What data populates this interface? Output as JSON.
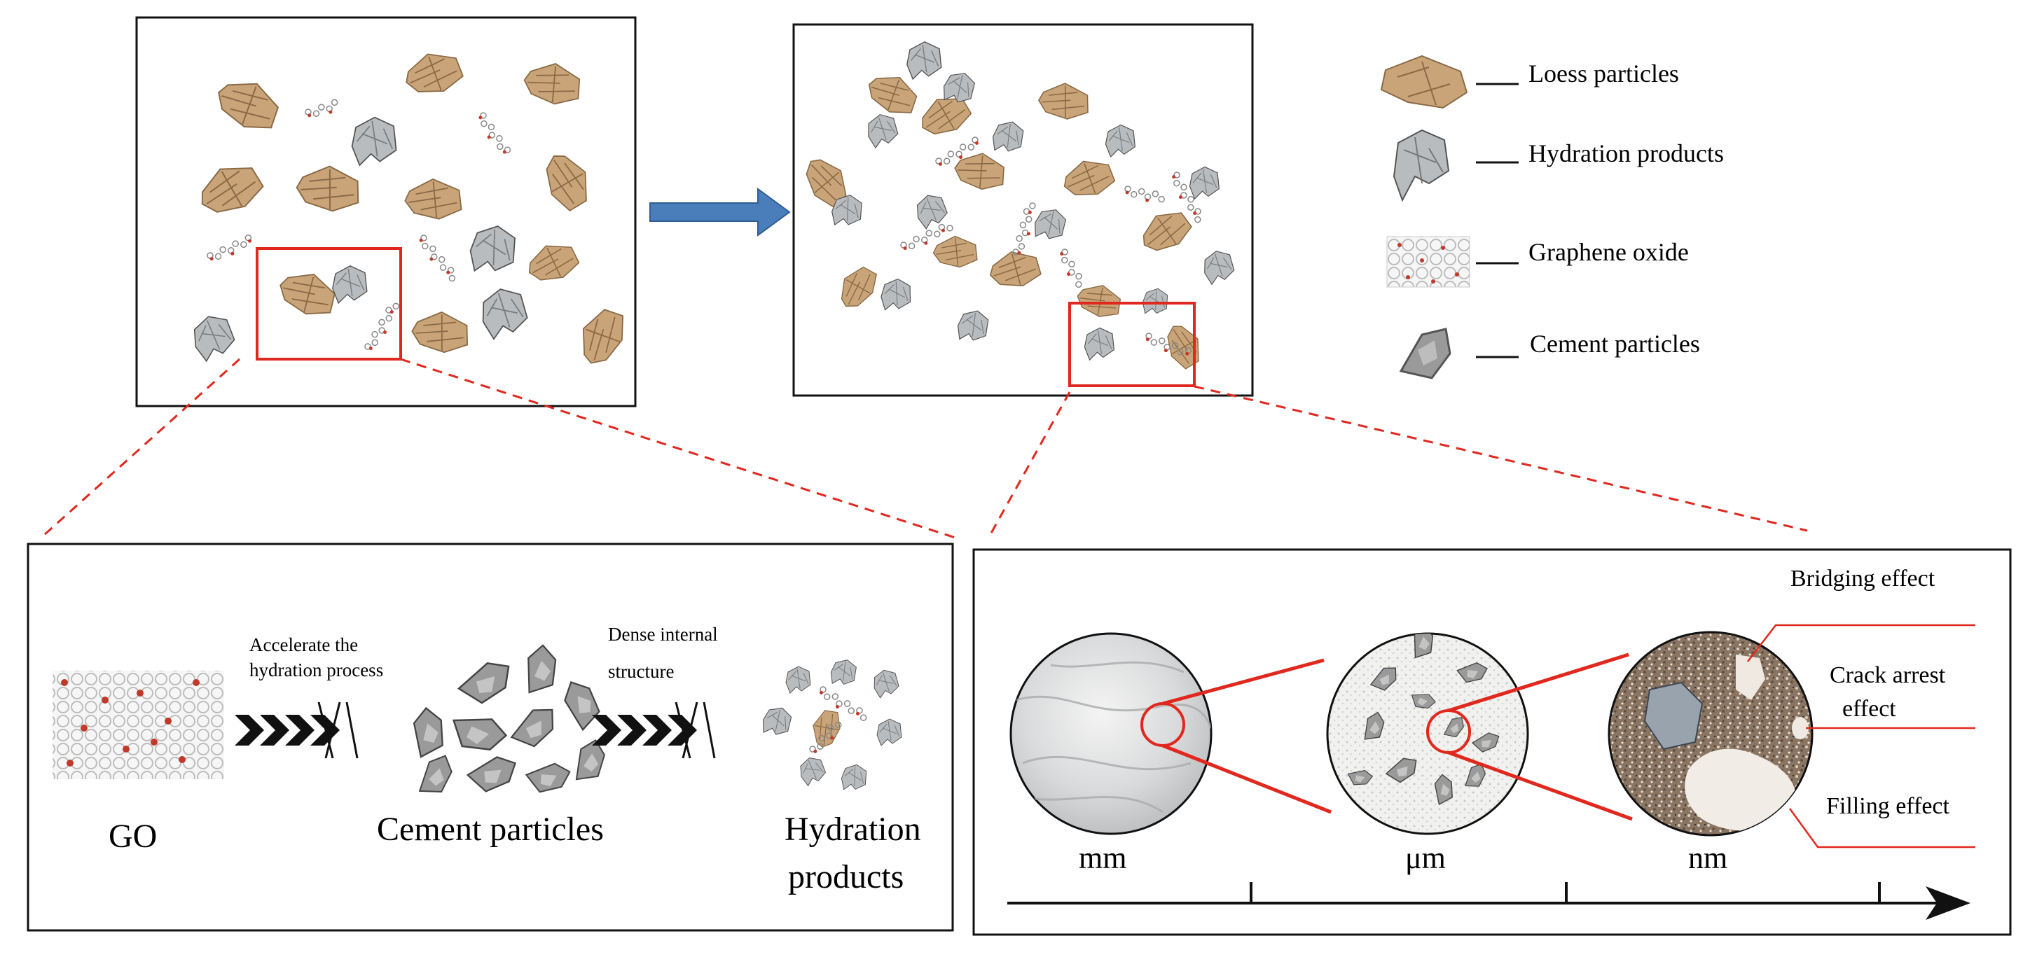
{
  "legend": {
    "loess": "Loess particles",
    "hydration": "Hydration products",
    "go": "Graphene oxide",
    "cement": "Cement particles"
  },
  "process": {
    "go_label": "GO",
    "step1": [
      "Accelerate the",
      "hydration process"
    ],
    "cement_label": "Cement particles",
    "step2": [
      "Dense internal",
      "structure"
    ],
    "hydration_label": [
      "Hydration",
      "products"
    ]
  },
  "scales": {
    "mm": "mm",
    "um": "μm",
    "nm": "nm"
  },
  "effects": {
    "bridging": "Bridging effect",
    "crack": [
      "Crack arrest",
      "effect"
    ],
    "filling": "Filling effect"
  },
  "colors": {
    "loess": "#c9a478",
    "hydration": "#b9bcbf",
    "cement": "#9a9a9a",
    "go_node": "#c0392b",
    "arrow_blue": "#4a7ebb",
    "highlight_red": "#e0281e"
  }
}
